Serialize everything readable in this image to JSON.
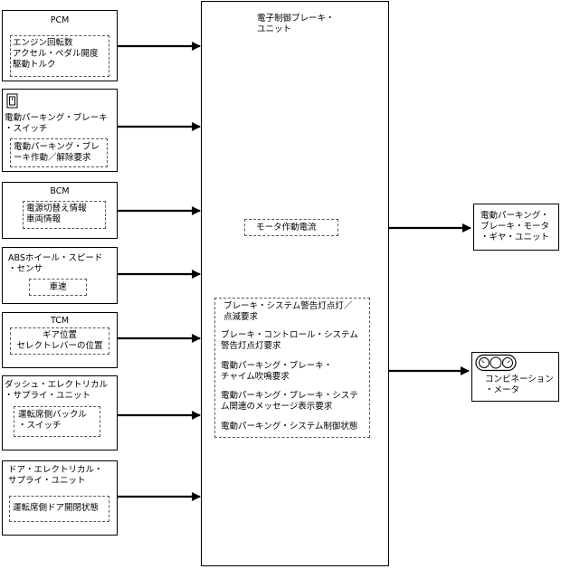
{
  "ecu": {
    "title": "電子制御ブレーキ・\nユニット",
    "motor_current": "モータ作動電流"
  },
  "inputs": {
    "pcm": {
      "title": "PCM",
      "items": "エンジン回転数\nアクセル・ペダル開度\n駆動トルク"
    },
    "epb_switch": {
      "title": "電動パーキング・ブレーキ\n・スイッチ",
      "items": "電動パーキング・ブレ\nーキ作動／解除要求"
    },
    "bcm": {
      "title": "BCM",
      "items": "電源切替え情報\n車両情報"
    },
    "abs_sensor": {
      "title": "ABSホイール・スピード\n・センサ",
      "items": "車速"
    },
    "tcm": {
      "title": "TCM",
      "items": "ギア位置\nセレクトレバーの位置"
    },
    "dash_esu": {
      "title": "ダッシュ・エレクトリカル\n・サプライ・ユニット",
      "items": "運転席側バックル\n・スイッチ"
    },
    "door_esu": {
      "title": "ドア・エレクトリカル・\nサプライ・ユニット",
      "items": "運転席側ドア開閉状態"
    }
  },
  "outputs": {
    "motor_gear": {
      "title": "電動パーキング・\nブレーキ・モータ\n・ギヤ・ユニット"
    },
    "combination_meter": {
      "title": "コンビネーション\n・メータ"
    }
  },
  "meter_requests": [
    "ブレーキ・システム警告灯点灯／\n点滅要求",
    "ブレーキ・コントロール・システム\n警告灯点灯要求",
    "電動パーキング・ブレーキ・\nチャイム吹鳴要求",
    "電動パーキング・ブレーキ・システ\nム関連のメッセージ表示要求",
    "電動パーキング・システム制御状態"
  ]
}
